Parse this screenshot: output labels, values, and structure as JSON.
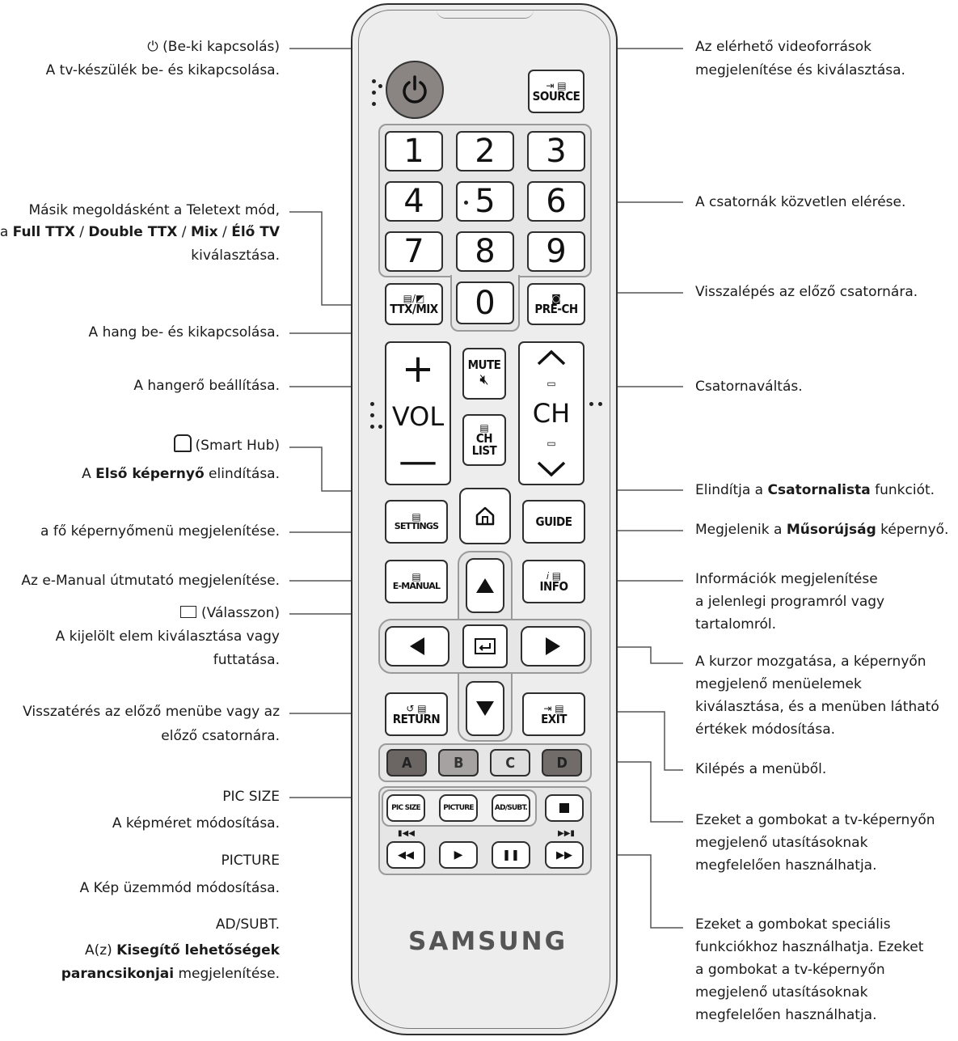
{
  "labels": {
    "power_title": "⏻ (Be-ki kapcsolás)",
    "power_desc": "A tv-készülék be- és kikapcsolása.",
    "teletext_l1": "Másik megoldásként a Teletext mód,",
    "teletext_l2_a": "a ",
    "teletext_l2_b": "Full TTX",
    "teletext_l2_c": " / ",
    "teletext_l2_d": "Double TTX",
    "teletext_l2_e": " / ",
    "teletext_l2_f": "Mix",
    "teletext_l2_g": " / ",
    "teletext_l2_h": "Élő TV",
    "teletext_l3": "kiválasztása.",
    "mute": "A hang be- és kikapcsolása.",
    "volume": "A hangerő beállítása.",
    "smarthub_title": "(Smart Hub)",
    "smarthub_desc_a": "A ",
    "smarthub_desc_b": "Első képernyő",
    "smarthub_desc_c": " elindítása.",
    "settings": "a fő képernyőmenü megjelenítése.",
    "emanual": "Az e-Manual útmutató megjelenítése.",
    "select_title": "(Válasszon)",
    "select_l1": "A kijelölt elem kiválasztása vagy",
    "select_l2": "futtatása.",
    "return_l1": "Visszatérés az előző menübe vagy az",
    "return_l2": "előző csatornára.",
    "picsize_title": "PIC SIZE",
    "picsize_desc": "A képméret módosítása.",
    "picture_title": "PICTURE",
    "picture_desc": "A Kép üzemmód módosítása.",
    "adsubt_title": "AD/SUBT.",
    "adsubt_l1_a": "A(z) ",
    "adsubt_l1_b": "Kisegítő lehetőségek",
    "adsubt_l2_a": "parancsikonjai",
    "adsubt_l2_b": " megjelenítése.",
    "source_l1": "Az elérhető videoforrások",
    "source_l2": "megjelenítése és kiválasztása.",
    "channels": "A csatornák közvetlen elérése.",
    "prech": "Visszalépés az előző csatornára.",
    "chswitch": "Csatornaváltás.",
    "chlist_a": "Elindítja a ",
    "chlist_b": "Csatornalista",
    "chlist_c": " funkciót.",
    "guide_a": "Megjelenik a ",
    "guide_b": "Műsorújság",
    "guide_c": " képernyő.",
    "info_l1": "Információk megjelenítése",
    "info_l2": "a jelenlegi programról vagy",
    "info_l3": "tartalomról.",
    "cursor_l1": "A kurzor mozgatása, a képernyőn",
    "cursor_l2": "megjelenő menüelemek",
    "cursor_l3": "kiválasztása, és a menüben látható",
    "cursor_l4": "értékek módosítása.",
    "exit": "Kilépés a menüből.",
    "color_l1": "Ezeket a gombokat a tv-képernyőn",
    "color_l2": "megjelenő utasításoknak",
    "color_l3": "megfelelően használhatja.",
    "media_l1": "Ezeket a gombokat speciális",
    "media_l2": "funkciókhoz használhatja. Ezeket",
    "media_l3": "a gombokat a tv-képernyőn",
    "media_l4": "megjelenő utasításoknak",
    "media_l5": "megfelelően használhatja."
  },
  "remote": {
    "source": "SOURCE",
    "digits": [
      "1",
      "2",
      "3",
      "4",
      "5",
      "6",
      "7",
      "8",
      "9"
    ],
    "zero": "0",
    "ttx": "TTX/MIX",
    "prech": "PRE-CH",
    "mute": "MUTE",
    "vol": "VOL",
    "ch": "CH",
    "chlist_1": "CH",
    "chlist_2": "LIST",
    "settings": "SETTINGS",
    "guide": "GUIDE",
    "emanual": "E-MANUAL",
    "info": "INFO",
    "return": "RETURN",
    "exit": "EXIT",
    "color_buttons": [
      "A",
      "B",
      "C",
      "D"
    ],
    "picsize": "PIC SIZE",
    "picture": "PICTURE",
    "adsubt": "AD/SUBT.",
    "brand": "SAMSUNG"
  },
  "colors": {
    "power": "#8a8583",
    "color_a": "#6b6563",
    "color_b": "#a5a2a1",
    "color_c": "#dedede",
    "color_d": "#716c6a"
  }
}
